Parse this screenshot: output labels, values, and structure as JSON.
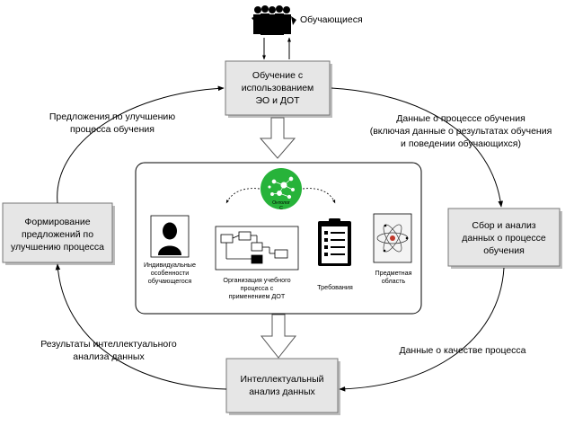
{
  "top_label": "Обучающиеся",
  "nodes": {
    "learning": [
      "Обучение с",
      "использованием",
      "ЭО и ДОТ"
    ],
    "forming": [
      "Формирование",
      "предложений по",
      "улучшению процесса"
    ],
    "collect": [
      "Сбор и анализ",
      "данных о процессе",
      "обучения"
    ],
    "analysis": [
      "Интеллектуальный",
      "анализ данных"
    ]
  },
  "edges": {
    "proposals": [
      "Предложения по улучшению",
      "процесса обучения"
    ],
    "process_data": [
      "Данные о процессе обучения",
      "(включая данные о результатах обучения",
      "и поведении обучающихся)"
    ],
    "results": [
      "Результаты интеллектуального",
      "анализа данных"
    ],
    "quality": "Данные о качестве процесса"
  },
  "center": {
    "ontology": [
      "Онтолог",
      "С"
    ],
    "individual": [
      "Индивидуальные",
      "особенности",
      "обучающегося"
    ],
    "organization": [
      "Организация учебного",
      "процесса с",
      "применением ДОТ"
    ],
    "requirements": "Требования",
    "subject": [
      "Предметная",
      "область"
    ]
  },
  "colors": {
    "box_fill": "#e6e6e6",
    "ontology_green": "#27b33a"
  },
  "icons": [
    "crowd-icon",
    "person-icon",
    "flowchart-icon",
    "checklist-icon",
    "atom-icon",
    "ontology-network-icon"
  ]
}
